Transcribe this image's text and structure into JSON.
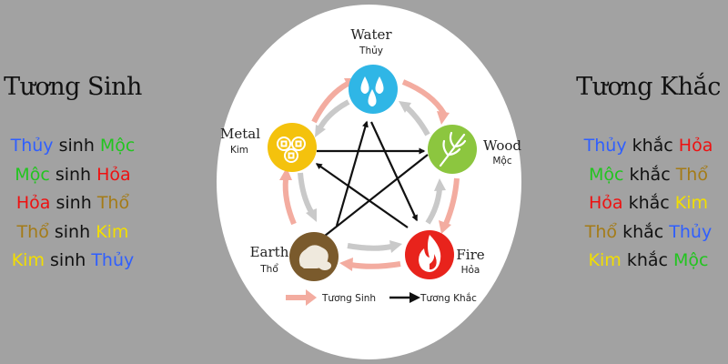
{
  "colors": {
    "Thủy": "#2f5fff",
    "Mộc": "#22c51f",
    "Hỏa": "#ee1111",
    "Thổ": "#a47b17",
    "Kim": "#f2de00",
    "background": "#a2a2a2",
    "sinh_arrow": "#f3aca0",
    "inner_arrow": "#c9c9c9",
    "khac_arrow": "#111111"
  },
  "left_panel": {
    "title": "Tương Sinh",
    "rows": [
      {
        "a": "Thủy",
        "verb": "sinh",
        "b": "Mộc"
      },
      {
        "a": "Mộc",
        "verb": "sinh",
        "b": "Hỏa"
      },
      {
        "a": "Hỏa",
        "verb": "sinh",
        "b": "Thổ"
      },
      {
        "a": "Thổ",
        "verb": "sinh",
        "b": "Kim"
      },
      {
        "a": "Kim",
        "verb": "sinh",
        "b": "Thủy"
      }
    ]
  },
  "right_panel": {
    "title": "Tương Khắc",
    "rows": [
      {
        "a": "Thủy",
        "verb": "khắc",
        "b": "Hỏa"
      },
      {
        "a": "Mộc",
        "verb": "khắc",
        "b": "Thổ"
      },
      {
        "a": "Hỏa",
        "verb": "khắc",
        "b": "Kim"
      },
      {
        "a": "Thổ",
        "verb": "khắc",
        "b": "Thủy"
      },
      {
        "a": "Kim",
        "verb": "khắc",
        "b": "Mộc"
      }
    ]
  },
  "diagram": {
    "elements": {
      "water": {
        "name": "Water",
        "viet": "Thủy",
        "icon": "water-drops-icon",
        "color": "#2fb6e6"
      },
      "wood": {
        "name": "Wood",
        "viet": "Mộc",
        "icon": "wheat-icon",
        "color": "#8cc63f"
      },
      "fire": {
        "name": "Fire",
        "viet": "Hỏa",
        "icon": "flame-icon",
        "color": "#e8231c"
      },
      "earth": {
        "name": "Earth",
        "viet": "Thổ",
        "icon": "rocks-icon",
        "color": "#7a5a2c"
      },
      "metal": {
        "name": "Metal",
        "viet": "Kim",
        "icon": "coins-icon",
        "color": "#f4c20d"
      }
    },
    "legend": {
      "sinh_label": "Tương Sinh",
      "khac_label": "Tương Khắc"
    }
  }
}
